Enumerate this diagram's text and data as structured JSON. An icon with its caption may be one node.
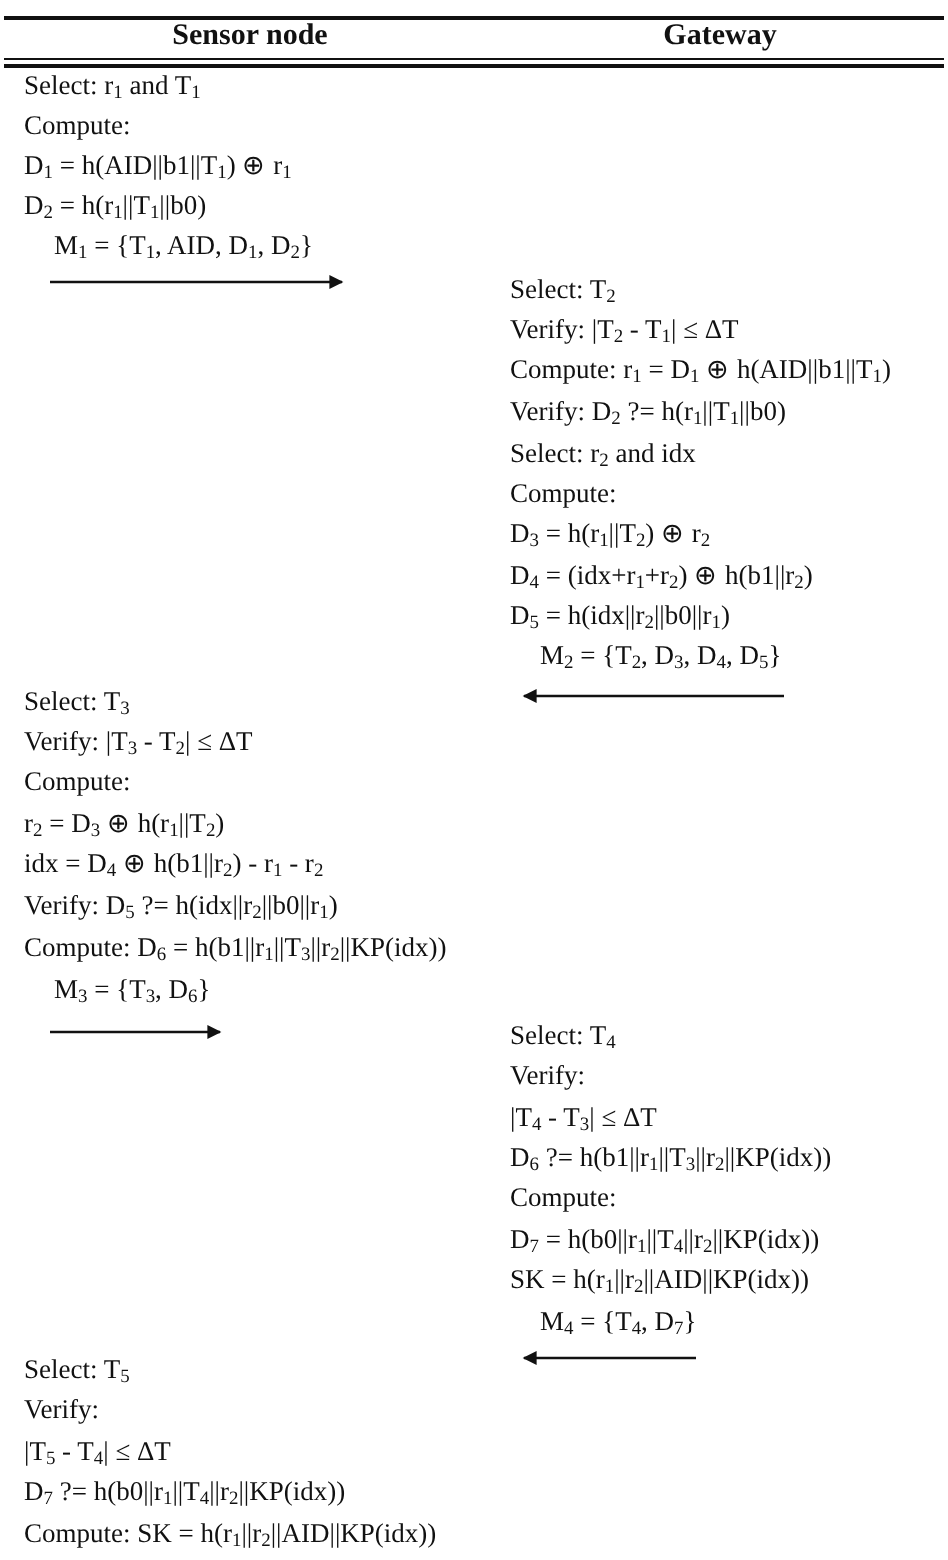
{
  "diagram": {
    "labels": [
      "Sensor node",
      "Gateway",
      "Select: r$_{1}$ and T$_{1}$",
      "Compute:",
      "D$_{1}$ = h(AID||b1||T$_{1}$) ⊕ r$_{1}$",
      "D$_{2}$ = h(r$_{1}$||T$_{1}$||b0)",
      "M$_{1}$ = {T$_{1}$, AID, D$_{1}$, D$_{2}$}",
      "Select: T$_{2}$",
      "Verify: |T$_{2}$ - T$_{1}$| ≤ ΔT",
      "Compute: r$_{1}$ = D$_{1}$ ⊕ h(AID||b1||T$_{1}$)",
      "Verify: D$_{2}$ ?= h(r$_{1}$||T$_{1}$||b0)",
      "Select: r$_{2}$ and idx",
      "Compute:",
      "D$_{3}$ = h(r$_{1}$||T$_{2}$) ⊕ r$_{2}$",
      "D$_{4}$ = (idx+r$_{1}$+r$_{2}$) ⊕ h(b1||r$_{2}$)",
      "D$_{5}$ = h(idx||r$_{2}$||b0||r$_{1}$)",
      "M$_{2}$ = {T$_{2}$, D$_{3}$, D$_{4}$, D$_{5}$}",
      "Select: T$_{3}$",
      "Verify: |T$_{3}$ - T$_{2}$| ≤ ΔT",
      "Compute:",
      "r$_{2}$ = D$_{3}$ ⊕ h(r$_{1}$||T$_{2}$)",
      "idx = D$_{4}$ ⊕ h(b1||r$_{2}$) - r$_{1}$ - r$_{2}$",
      "Verify: D$_{5}$ ?= h(idx||r$_{2}$||b0||r$_{1}$)",
      "Compute: D$_{6}$ = h(b1||r$_{1}$||T$_{3}$||r$_{2}$||KP(idx))",
      "M$_{3}$ = {T$_{3}$, D$_{6}$}",
      "Select: T$_{4}$",
      "Verify:",
      "|T$_{4}$ - T$_{3}$| ≤ ΔT",
      "D$_{6}$ ?= h(b1||r$_{1}$||T$_{3}$||r$_{2}$||KP(idx))",
      "Compute:",
      "D$_{7}$ = h(b0||r$_{1}$||T$_{4}$||r$_{2}$||KP(idx))",
      "SK = h(r$_{1}$||r$_{2}$||AID||KP(idx))",
      "M$_{4}$ = {T$_{4}$, D$_{7}$}",
      "Select: T$_{5}$",
      "Verify:",
      "|T$_{5}$ - T$_{4}$| ≤ ΔT",
      "D$_{7}$ ?= h(b0||r$_{1}$||T$_{4}$||r$_{2}$||KP(idx))",
      "Compute: SK = h(r$_{1}$||r$_{2}$||AID||KP(idx))"
    ]
  }
}
